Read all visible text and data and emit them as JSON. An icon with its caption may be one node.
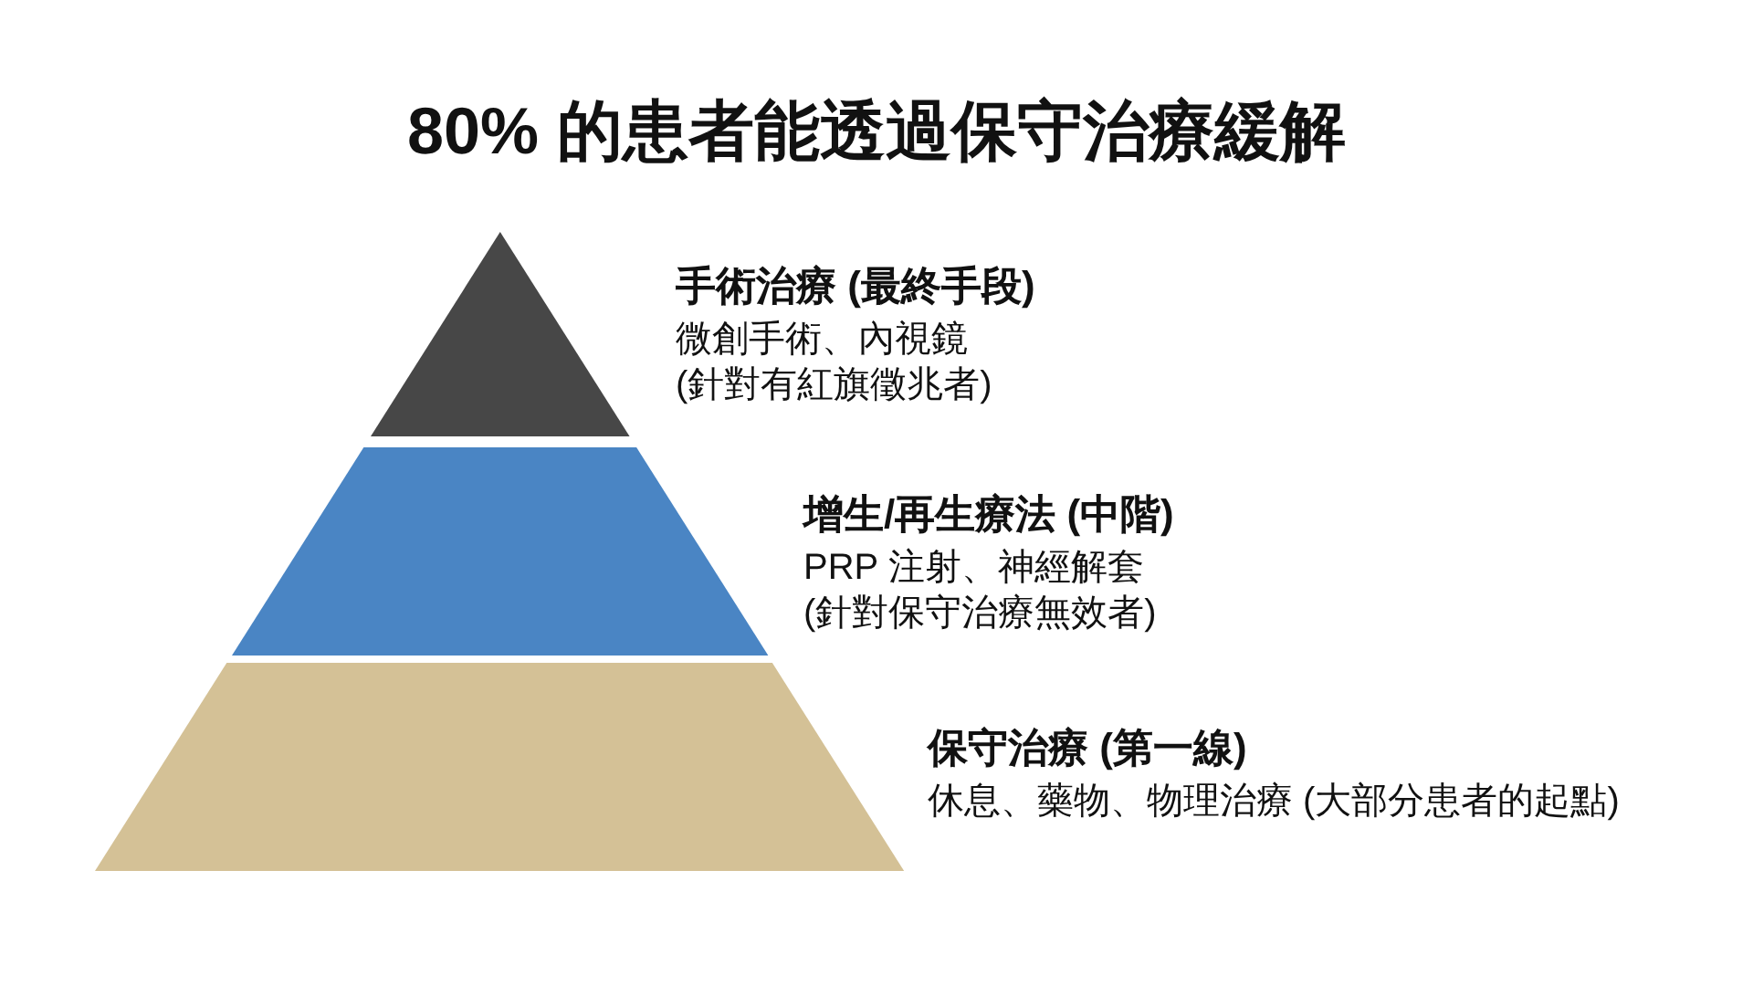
{
  "diagram": {
    "title": "80% 的患者能透過保守治療緩解",
    "nodes": [
      {
        "text": [],
        "shape": "triangle",
        "beside": [
          "手術治療 (最終手段)",
          "微創手術、內視鏡",
          "(針對有紅旗徵兆者)"
        ]
      },
      {
        "text": [],
        "shape": "trapezoid",
        "beside": [
          "增生/再生療法 (中階)",
          "PRP 注射、神經解套",
          "(針對保守治療無效者)"
        ]
      },
      {
        "text": [],
        "shape": "trapezoid",
        "beside": [
          "保守治療 (第一線)",
          "休息、藥物、物理治療 (大部分患者的起點)"
        ]
      }
    ]
  }
}
